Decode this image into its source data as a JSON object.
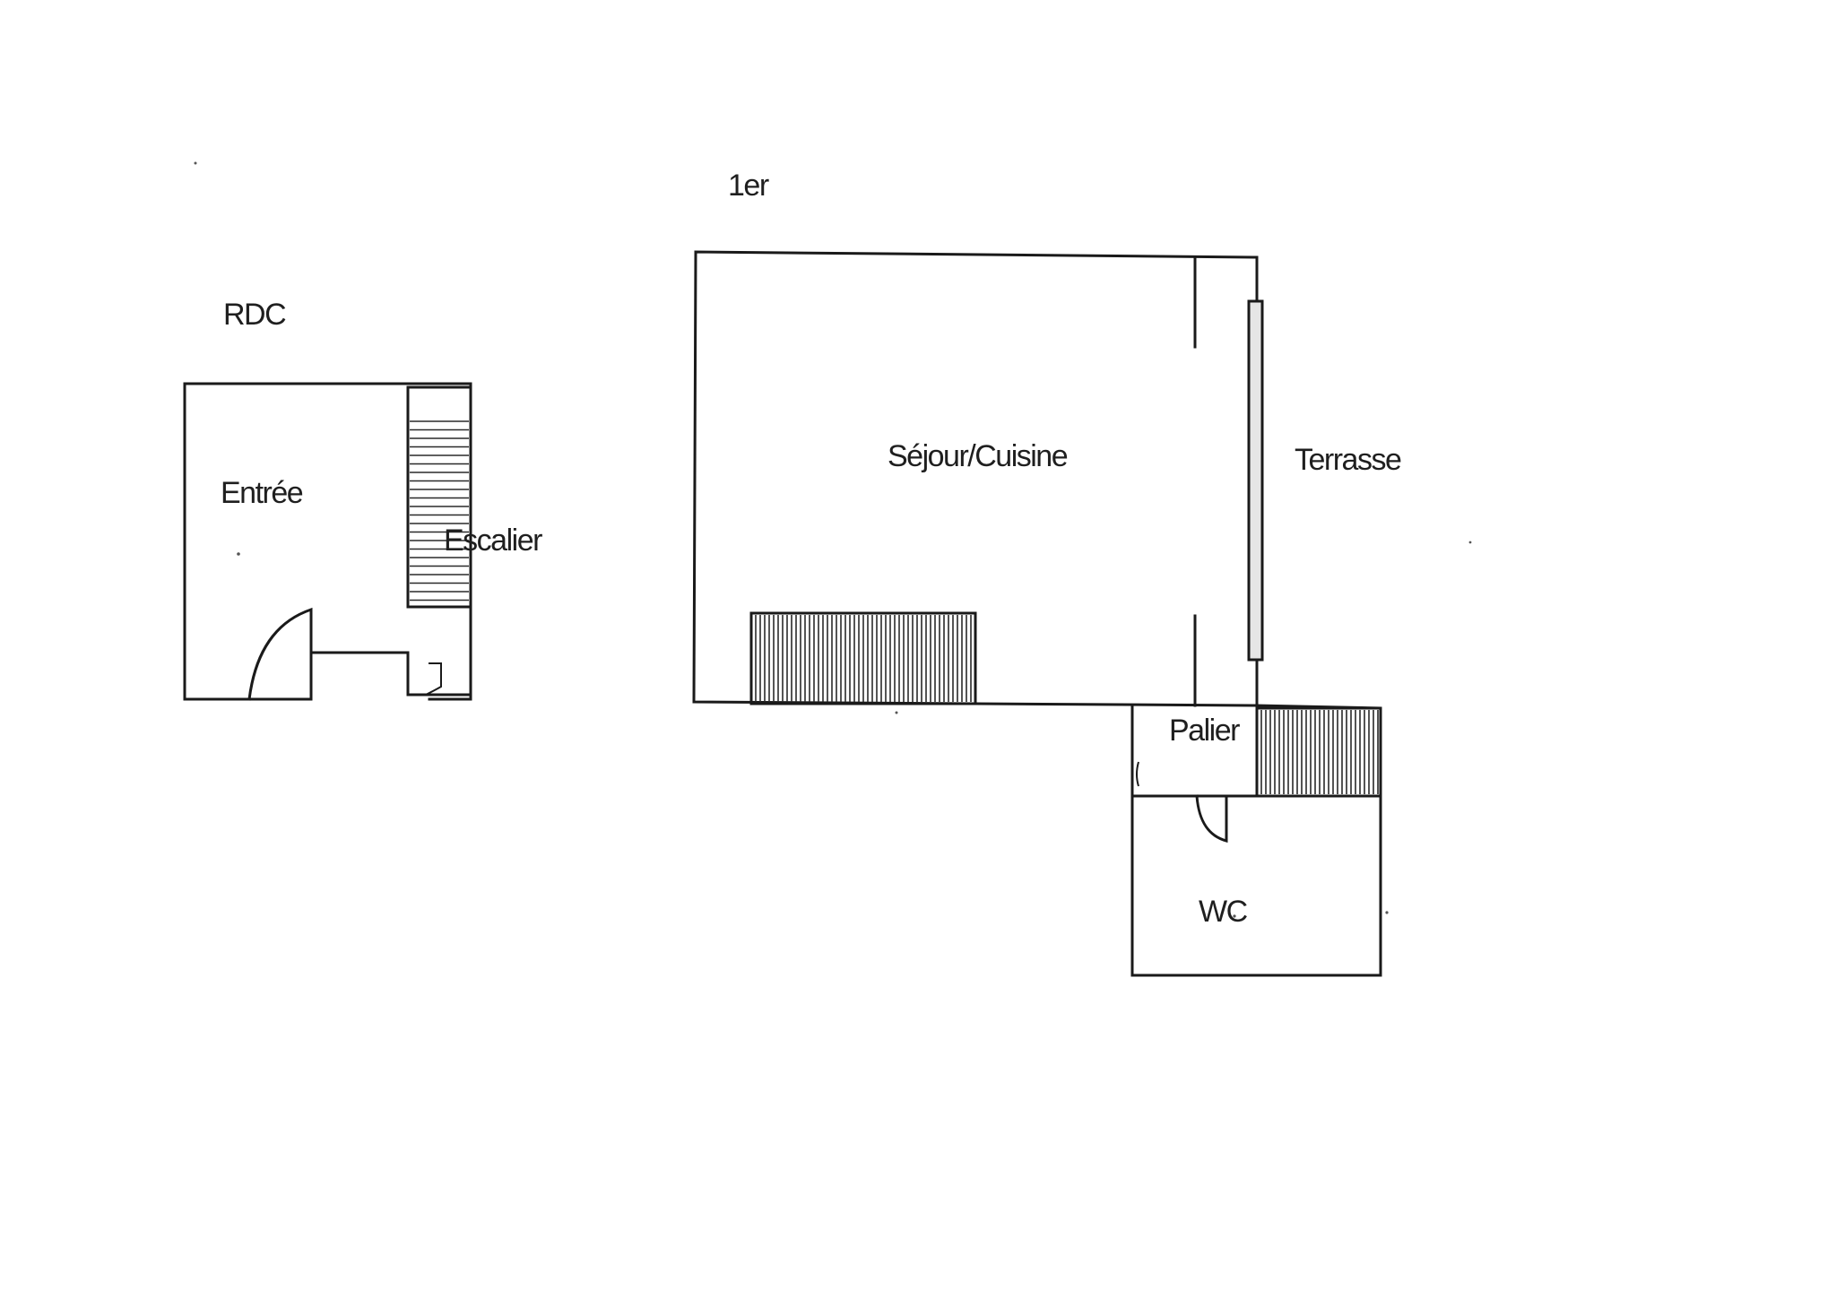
{
  "floors": {
    "ground": {
      "title": "RDC",
      "rooms": {
        "entree": "Entrée",
        "escalier": "Escalier"
      }
    },
    "first": {
      "title": "1er",
      "rooms": {
        "sejour": "Séjour/Cuisine",
        "terrasse": "Terrasse",
        "palier": "Palier",
        "wc": "WC"
      }
    }
  }
}
